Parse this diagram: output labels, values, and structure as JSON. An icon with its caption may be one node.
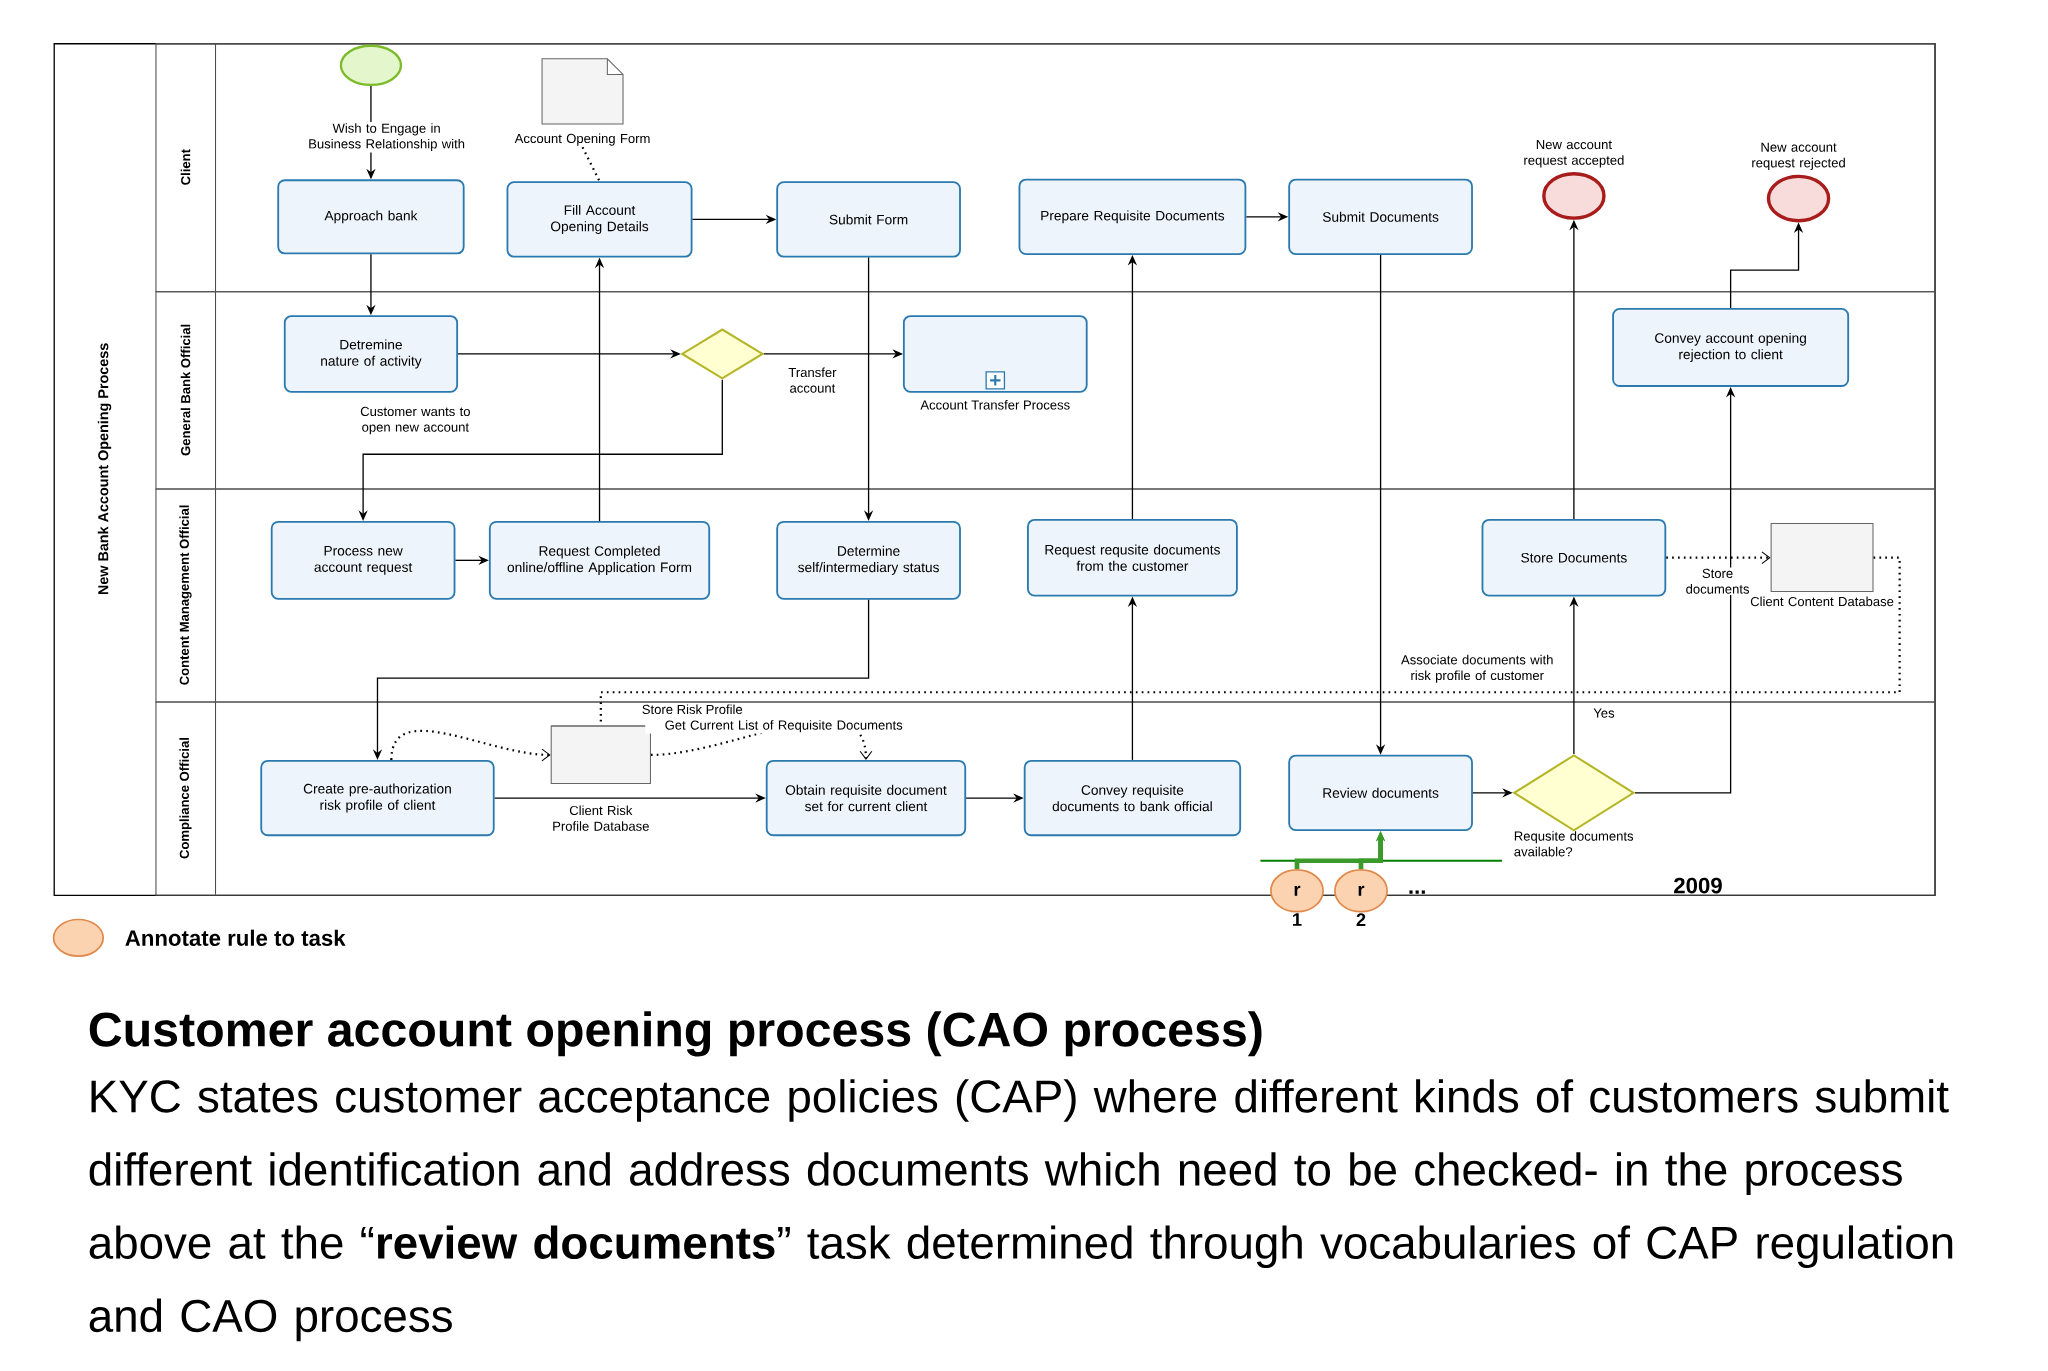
{
  "diagram": {
    "title": "Customer account opening process (CAO process)",
    "caption": "KYC states customer acceptance policies (CAP) where different kinds of customers submit different identification and address documents which need to be checked- in the process above at the “**review documents**” task determined through vocabularies of CAP regulation and CAO process",
    "nodes": [
      {
        "text": [
          "New Bank Account Opening Process"
        ]
      },
      {
        "text": [
          "Client"
        ],
        "in": 0
      },
      {
        "text": [
          "General Bank Official"
        ],
        "in": 0
      },
      {
        "text": [
          "Content Management Official"
        ],
        "in": 0
      },
      {
        "text": [
          "Compliance Official"
        ],
        "in": 0
      },
      {
        "text": [],
        "shape": "circle",
        "in": 1
      },
      {
        "text": [
          "Account Opening Form"
        ],
        "in": 1
      },
      {
        "text": [
          "Approach bank"
        ],
        "in": 1
      },
      {
        "text": [
          "Fill Account Opening Details"
        ],
        "in": 1
      },
      {
        "text": [
          "Submit Form"
        ],
        "in": 1
      },
      {
        "text": [
          "Prepare Requisite Documents"
        ],
        "in": 1
      },
      {
        "text": [
          "Submit Documents"
        ],
        "in": 1
      },
      {
        "text": [
          "New account request accepted"
        ],
        "in": 1
      },
      {
        "text": [
          "New account request rejected"
        ],
        "in": 1
      },
      {
        "text": [
          "Detremine nature of activity"
        ],
        "in": 2
      },
      {
        "text": [],
        "shape": "diamond",
        "in": 2
      },
      {
        "text": [
          "Account Transfer Process"
        ],
        "in": 2
      },
      {
        "text": [
          "Convey account opening rejection to client"
        ],
        "in": 2
      },
      {
        "text": [
          "Process new account request"
        ],
        "in": 3
      },
      {
        "text": [
          "Request Completed online/offline Application Form"
        ],
        "in": 3
      },
      {
        "text": [
          "Determine self/intermediary status"
        ],
        "in": 3
      },
      {
        "text": [
          "Request requsite documents from the customer"
        ],
        "in": 3
      },
      {
        "text": [
          "Store Documents"
        ],
        "in": 3
      },
      {
        "text": [
          "Client Content Database"
        ],
        "in": 3
      },
      {
        "text": [
          "Create pre-authorization risk profile of client"
        ],
        "in": 4
      },
      {
        "text": [
          "Client Risk Profile Database"
        ],
        "in": 4
      },
      {
        "text": [
          "Obtain requisite document set for current client"
        ],
        "in": 4
      },
      {
        "text": [
          "Convey requisite documents to bank official"
        ],
        "in": 4
      },
      {
        "text": [
          "Review documents"
        ],
        "in": 4
      },
      {
        "text": [
          "Requsite documents available?"
        ],
        "in": 4
      },
      {
        "text": [
          "r"
        ],
        "beside": [
          "1"
        ]
      },
      {
        "text": [
          "r"
        ],
        "beside": [
          "2"
        ]
      }
    ],
    "edges": [
      {
        "from": 5,
        "to": 7,
        "arrow": "to",
        "label": "Wish to Engage in Business Relationship with"
      },
      {
        "from": 6,
        "to": 8,
        "arrow": "none",
        "style": "dashed"
      },
      {
        "from": 7,
        "to": 14,
        "arrow": "to"
      },
      {
        "from": 14,
        "to": 15,
        "arrow": "to"
      },
      {
        "from": 15,
        "to": 16,
        "arrow": "to",
        "label": "Transfer account"
      },
      {
        "from": 15,
        "to": 18,
        "arrow": "to",
        "label": "Customer wants to open new account"
      },
      {
        "from": 18,
        "to": 19,
        "arrow": "to"
      },
      {
        "from": 19,
        "to": 8,
        "arrow": "to"
      },
      {
        "from": 8,
        "to": 9,
        "arrow": "to"
      },
      {
        "from": 9,
        "to": 20,
        "arrow": "to"
      },
      {
        "from": 20,
        "to": 24,
        "arrow": "to"
      },
      {
        "from": 24,
        "to": 26,
        "arrow": "to"
      },
      {
        "from": 24,
        "to": 25,
        "arrow": "to",
        "style": "dashed"
      },
      {
        "from": 25,
        "to": 26,
        "arrow": "to",
        "style": "dashed",
        "label": "Get Current List of Requisite Documents"
      },
      {
        "from": 26,
        "to": 27,
        "arrow": "to"
      },
      {
        "from": 27,
        "to": 21,
        "arrow": "to"
      },
      {
        "from": 21,
        "to": 10,
        "arrow": "to"
      },
      {
        "from": 10,
        "to": 11,
        "arrow": "to"
      },
      {
        "from": 11,
        "to": 28,
        "arrow": "to"
      },
      {
        "from": 28,
        "to": 29,
        "arrow": "to"
      },
      {
        "from": 29,
        "to": 22,
        "arrow": "to",
        "label": "Yes"
      },
      {
        "from": 22,
        "to": 12,
        "arrow": "to"
      },
      {
        "from": 29,
        "to": 17,
        "arrow": "to"
      },
      {
        "from": 17,
        "to": 13,
        "arrow": "to"
      },
      {
        "from": 22,
        "to": 23,
        "arrow": "to",
        "style": "dashed",
        "label": "Store documents"
      },
      {
        "from": 23,
        "to": 25,
        "arrow": "none",
        "style": "dashed",
        "label": "Associate documents with risk profile of customer"
      },
      {
        "from": 30,
        "to": 28,
        "arrow": "to",
        "style": "thick",
        "color": "#3a9a2a"
      },
      {
        "from": 31,
        "to": 28,
        "arrow": "to",
        "style": "thick",
        "color": "#3a9a2a"
      }
    ],
    "labels": [
      "Store Risk Profile",
      "...",
      "2009"
    ],
    "legend": [
      {
        "text": "Annotate rule to task",
        "color": "#fbd3b0"
      }
    ]
  }
}
